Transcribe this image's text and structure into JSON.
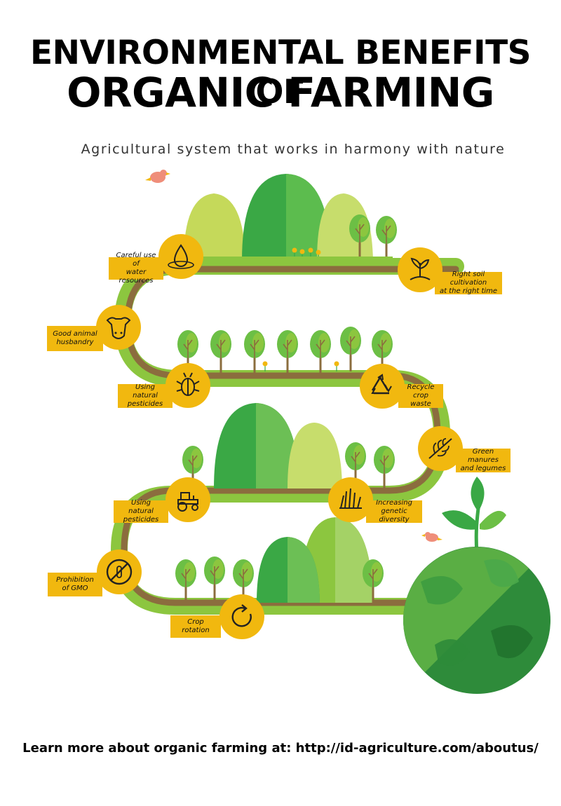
{
  "header": {
    "title_line1": "ENVIRONMENTAL BENEFITS OF",
    "title_line2": "ORGANIC FARMING",
    "subtitle": "Agricultural system that works in harmony with nature"
  },
  "benefits": {
    "water": [
      "Careful use of",
      "water resources"
    ],
    "soil": [
      "Right soil cultivation",
      "at the right time"
    ],
    "animal": [
      "Good animal",
      "husbandry"
    ],
    "pesticides1": [
      "Using natural",
      "pesticides"
    ],
    "recycle": [
      "Recycle crop",
      "waste"
    ],
    "manures": [
      "Green manures",
      "and legumes"
    ],
    "pesticides2": [
      "Using natural",
      "pesticides"
    ],
    "genetic": [
      "Increasing",
      "genetic diversity"
    ],
    "gmo": [
      "Prohibition",
      "of GMO"
    ],
    "rotation": [
      "Crop",
      "rotation"
    ]
  },
  "icons": [
    "water-drop-icon",
    "seedling-icon",
    "cow-icon",
    "bug-icon",
    "recycle-icon",
    "leaf-icon",
    "tractor-icon",
    "grass-icon",
    "no-gmo-icon",
    "rotation-icon",
    "bird-icon",
    "globe-icon"
  ],
  "colors": {
    "accent": "#f1b80f",
    "road": "#8b6d3e",
    "grass": "#8cc63f",
    "green_dark": "#3aa845"
  },
  "footer": {
    "text": "Learn more about organic farming at: http://id-agriculture.com/aboutus/"
  }
}
